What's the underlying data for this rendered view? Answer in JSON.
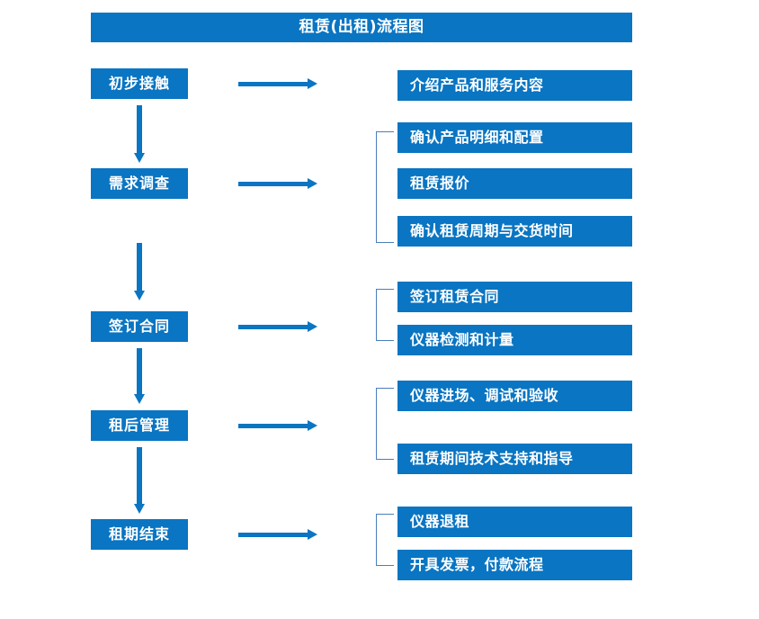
{
  "diagram": {
    "title": "租赁(出租)流程图",
    "accent_color": "#0a75c2",
    "bracket_color": "#4a7ebb",
    "text_color": "#ffffff",
    "background_color": "#ffffff",
    "type": "flowchart",
    "orientation": "vertical-with-branches"
  },
  "stages": [
    {
      "label": "初步接触"
    },
    {
      "label": "需求调查"
    },
    {
      "label": "签订合同"
    },
    {
      "label": "租后管理"
    },
    {
      "label": "租期结束"
    }
  ],
  "details": [
    {
      "label": "介绍产品和服务内容"
    },
    {
      "label": "确认产品明细和配置"
    },
    {
      "label": "租赁报价"
    },
    {
      "label": "确认租赁周期与交货时间"
    },
    {
      "label": "签订租赁合同"
    },
    {
      "label": "仪器检测和计量"
    },
    {
      "label": "仪器进场、调试和验收"
    },
    {
      "label": "租赁期间技术支持和指导"
    },
    {
      "label": "仪器退租"
    },
    {
      "label": "开具发票，付款流程"
    }
  ],
  "flow_arrows": {
    "horizontal_count": 5,
    "vertical_count": 4,
    "icon": "arrow-right-icon",
    "vertical_icon": "arrow-down-icon"
  }
}
